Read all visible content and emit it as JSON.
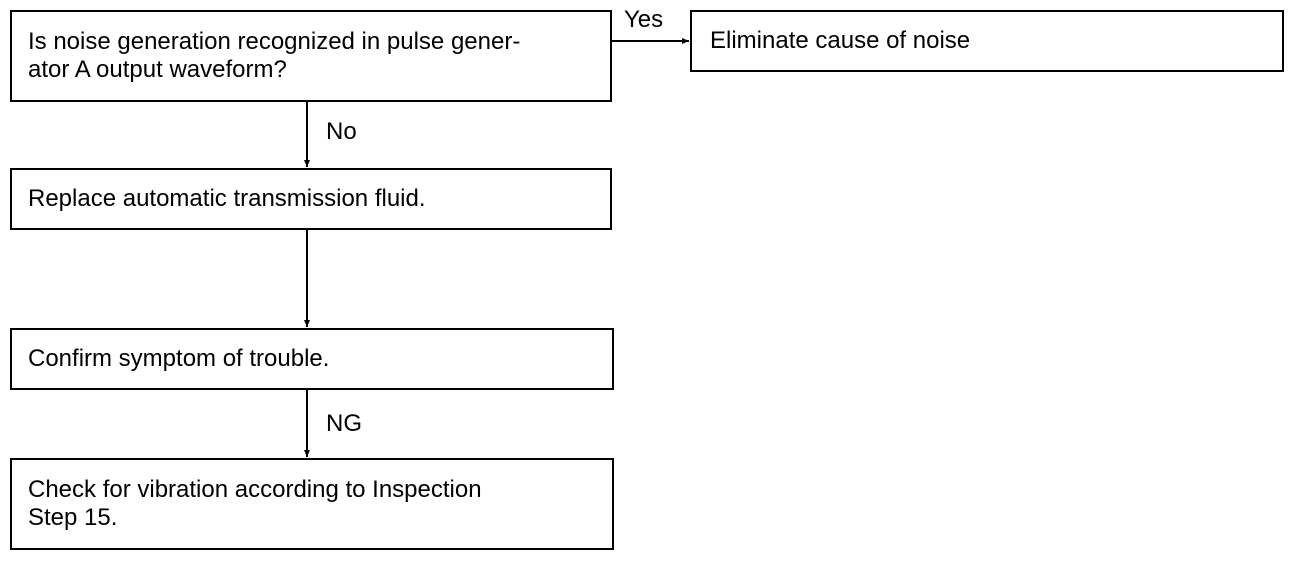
{
  "flowchart": {
    "boxes": {
      "question": "Is noise generation recognized in pulse gener-\nator A output waveform?",
      "eliminate": "Eliminate cause of noise",
      "replace_fluid": "Replace automatic transmission fluid.",
      "confirm": "Confirm symptom of trouble.",
      "check_vibration": "Check for vibration according to Inspection\nStep 15."
    },
    "labels": {
      "yes": "Yes",
      "no": "No",
      "ng": "NG"
    }
  }
}
